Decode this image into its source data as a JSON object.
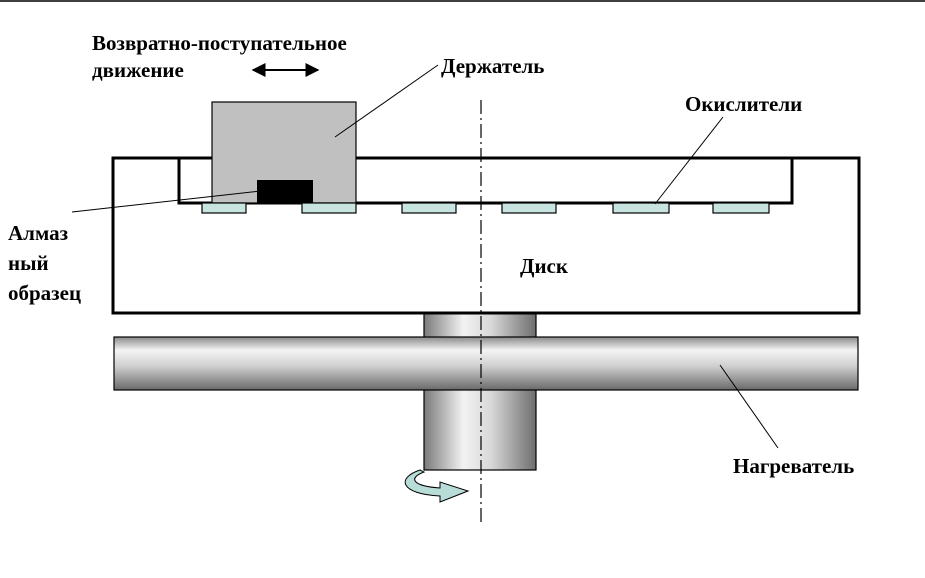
{
  "labels": {
    "motion_line1": "Возвратно-поступательное",
    "motion_line2": "движение",
    "holder": "Держатель",
    "oxidizers": "Окислители",
    "diamond_line1": "Алмаз",
    "diamond_line2": "ный",
    "diamond_line3": "образец",
    "disk": "Диск",
    "heater": "Нагреватель"
  },
  "colors": {
    "holder_fill": "#c0c0c0",
    "oxidizer_fill": "#c8e4e0",
    "sample_fill": "#000000",
    "rotation_arrow": "#b8dcd8",
    "outline": "#000000"
  }
}
